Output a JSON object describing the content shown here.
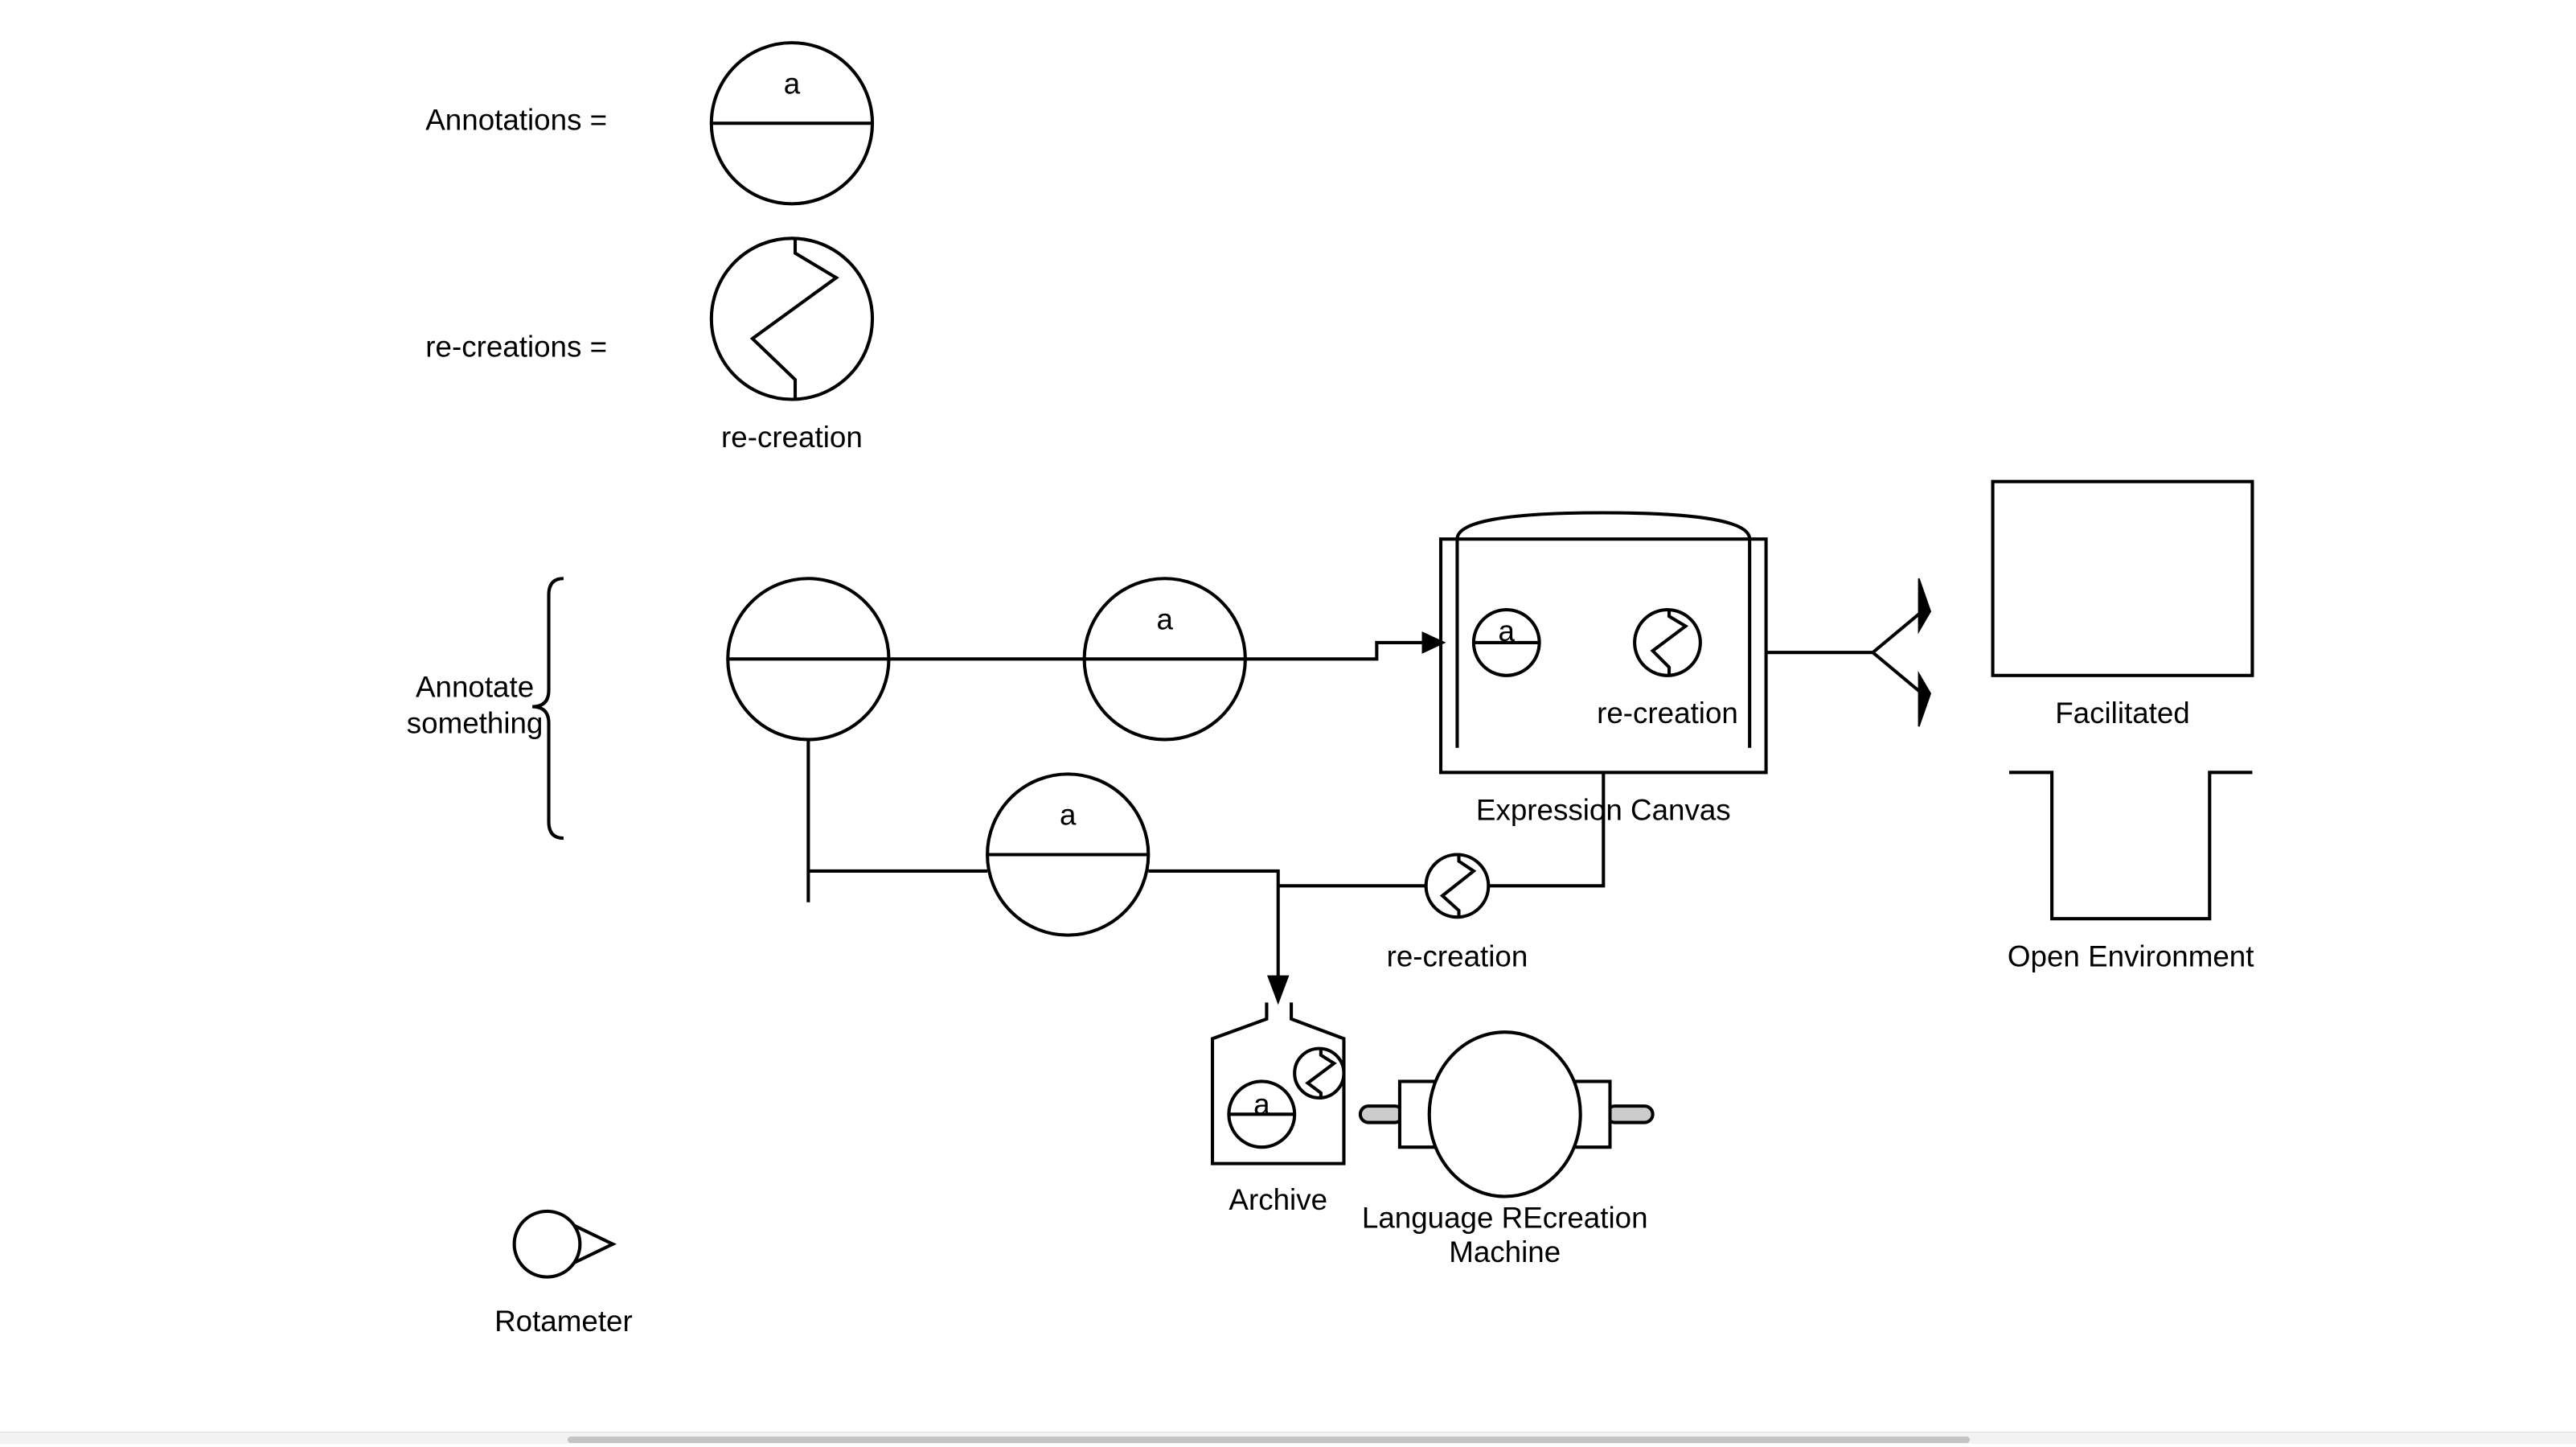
{
  "legend": {
    "annotations_label": "Annotations =",
    "annotations_symbol_letter": "a",
    "recreations_label": "re-creations =",
    "recreation_caption": "re-creation"
  },
  "diagram": {
    "brace_label_line1": "Annotate",
    "brace_label_line2": "something",
    "annotation_letter": "a",
    "canvas_annotation_letter": "a",
    "canvas_recreation_label": "re-creation",
    "expression_canvas_label": "Expression Canvas",
    "facilitated_label": "Facilitated",
    "open_environment_label": "Open Environment",
    "pipe_recreation_label": "re-creation",
    "archive_label": "Archive",
    "archive_annotation_letter": "a",
    "machine_label_line1": "Language REcreation",
    "machine_label_line2": "Machine",
    "rotameter_label": "Rotameter"
  },
  "colors": {
    "stroke": "#000000",
    "background": "#ffffff",
    "shaft_fill": "#cccccc",
    "scrollbar_thumb": "#c4c4c4"
  }
}
